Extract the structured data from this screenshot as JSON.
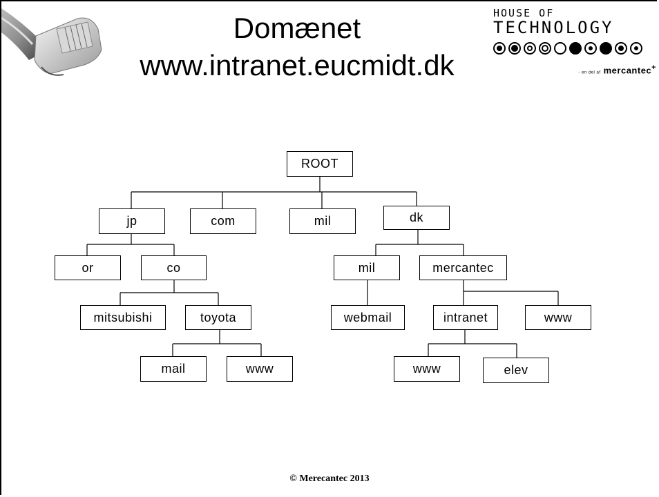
{
  "slide": {
    "title_line1": "Domænet",
    "title_line2": "www.intranet.eucmidt.dk",
    "footer": "© Merecantec 2013"
  },
  "logo": {
    "line1": "HOUSE OF",
    "line2": "TECHNOLOGY",
    "sub_small": "- en del af",
    "sub_brand": "mercantec",
    "sub_mark": "+"
  },
  "tree": {
    "root": "ROOT",
    "jp": "jp",
    "com": "com",
    "mil": "mil",
    "dk": "dk",
    "or": "or",
    "co": "co",
    "dk_mil": "mil",
    "mercantec": "mercantec",
    "mitsubishi": "mitsubishi",
    "toyota": "toyota",
    "webmail": "webmail",
    "intranet": "intranet",
    "mercantec_www": "www",
    "mail": "mail",
    "toyota_www": "www",
    "intranet_www": "www",
    "elev": "elev"
  }
}
